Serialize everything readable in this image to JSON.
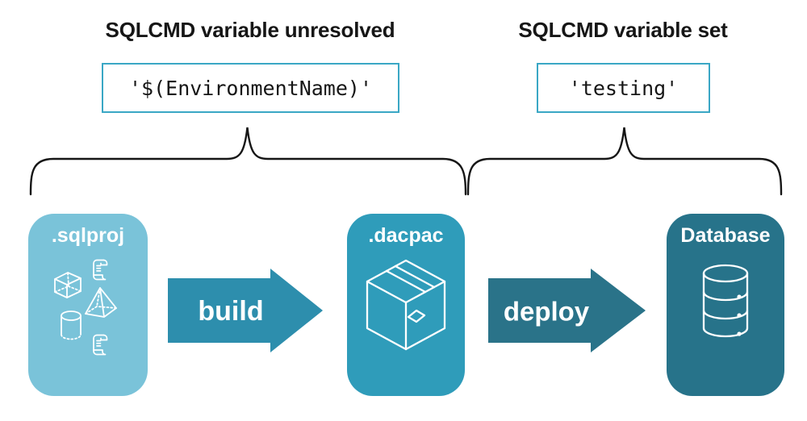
{
  "colors": {
    "background": "#ffffff",
    "ink": "#161616",
    "code_border": "#3aa7c5",
    "sqlproj": "#7ac3d9",
    "dacpac": "#2f9cba",
    "database": "#27738a",
    "build_arrow": "#2d8ead",
    "deploy_arrow": "#2a7389",
    "icon_stroke": "#ffffff"
  },
  "annotations": {
    "left": {
      "title": "SQLCMD variable unresolved",
      "code": "'$(EnvironmentName)'"
    },
    "right": {
      "title": "SQLCMD variable set",
      "code": "'testing'"
    }
  },
  "pipeline": {
    "nodes": [
      {
        "label": ".sqlproj",
        "icon": "sql-project-objects-icon"
      },
      {
        "label": ".dacpac",
        "icon": "package-icon"
      },
      {
        "label": "Database",
        "icon": "database-icon"
      }
    ],
    "arrows": [
      {
        "label": "build"
      },
      {
        "label": "deploy"
      }
    ]
  }
}
